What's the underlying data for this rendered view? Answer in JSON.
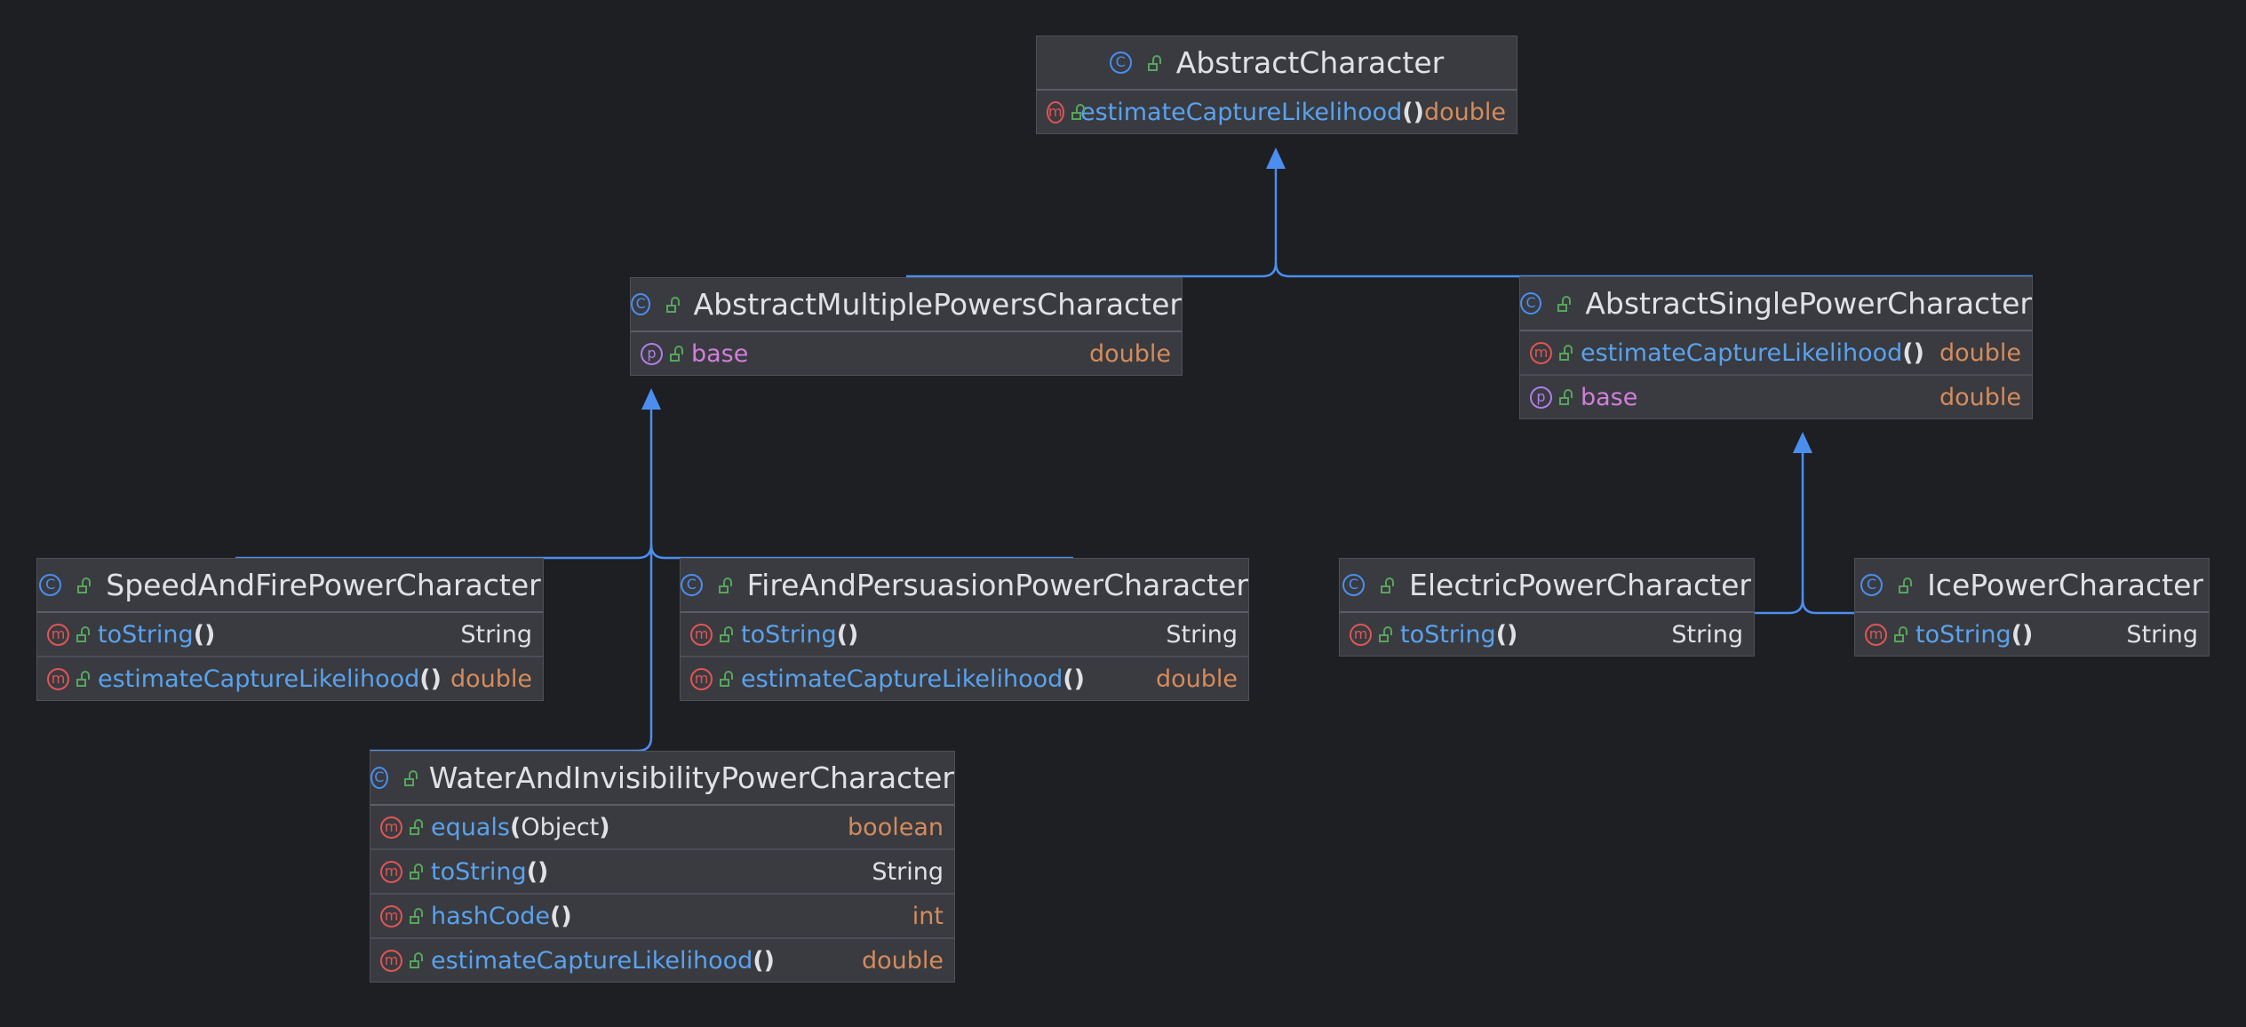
{
  "classes": [
    {
      "id": "ac",
      "name": "AbstractCharacter",
      "members": [
        {
          "kind": "m",
          "label": "estimateCaptureLikelihood",
          "args": "",
          "type": "double",
          "type_color": "orange"
        }
      ]
    },
    {
      "id": "amp",
      "name": "AbstractMultiplePowersCharacter",
      "members": [
        {
          "kind": "p",
          "label": "base",
          "args": null,
          "type": "double",
          "type_color": "orange"
        }
      ]
    },
    {
      "id": "asp",
      "name": "AbstractSinglePowerCharacter",
      "members": [
        {
          "kind": "m",
          "label": "estimateCaptureLikelihood",
          "args": "",
          "type": "double",
          "type_color": "orange"
        },
        {
          "kind": "p",
          "label": "base",
          "args": null,
          "type": "double",
          "type_color": "orange"
        }
      ]
    },
    {
      "id": "sfp",
      "name": "SpeedAndFirePowerCharacter",
      "members": [
        {
          "kind": "m",
          "label": "toString",
          "args": "",
          "type": "String",
          "type_color": "gray"
        },
        {
          "kind": "m",
          "label": "estimateCaptureLikelihood",
          "args": "",
          "type": "double",
          "type_color": "orange"
        }
      ]
    },
    {
      "id": "fpp",
      "name": "FireAndPersuasionPowerCharacter",
      "members": [
        {
          "kind": "m",
          "label": "toString",
          "args": "",
          "type": "String",
          "type_color": "gray"
        },
        {
          "kind": "m",
          "label": "estimateCaptureLikelihood",
          "args": "",
          "type": "double",
          "type_color": "orange"
        }
      ]
    },
    {
      "id": "epc",
      "name": "ElectricPowerCharacter",
      "members": [
        {
          "kind": "m",
          "label": "toString",
          "args": "",
          "type": "String",
          "type_color": "gray"
        }
      ]
    },
    {
      "id": "ipc",
      "name": "IcePowerCharacter",
      "members": [
        {
          "kind": "m",
          "label": "toString",
          "args": "",
          "type": "String",
          "type_color": "gray"
        }
      ]
    },
    {
      "id": "wip",
      "name": "WaterAndInvisibilityPowerCharacter",
      "members": [
        {
          "kind": "m",
          "label": "equals",
          "args": "Object",
          "type": "boolean",
          "type_color": "orange"
        },
        {
          "kind": "m",
          "label": "toString",
          "args": "",
          "type": "String",
          "type_color": "gray"
        },
        {
          "kind": "m",
          "label": "hashCode",
          "args": "",
          "type": "int",
          "type_color": "orange"
        },
        {
          "kind": "m",
          "label": "estimateCaptureLikelihood",
          "args": "",
          "type": "double",
          "type_color": "orange"
        }
      ]
    }
  ],
  "inheritance": [
    {
      "from": "amp",
      "to": "ac"
    },
    {
      "from": "asp",
      "to": "ac"
    },
    {
      "from": "sfp",
      "to": "amp"
    },
    {
      "from": "fpp",
      "to": "amp"
    },
    {
      "from": "wip",
      "to": "amp"
    },
    {
      "from": "epc",
      "to": "asp"
    },
    {
      "from": "ipc",
      "to": "asp"
    }
  ],
  "colors": {
    "background": "#1e1f22",
    "edge": "#4b8ef0",
    "method": "#5aa2ee",
    "property": "#d27edb",
    "type_orange": "#d58b5c",
    "type_gray": "#dfe1e5"
  }
}
